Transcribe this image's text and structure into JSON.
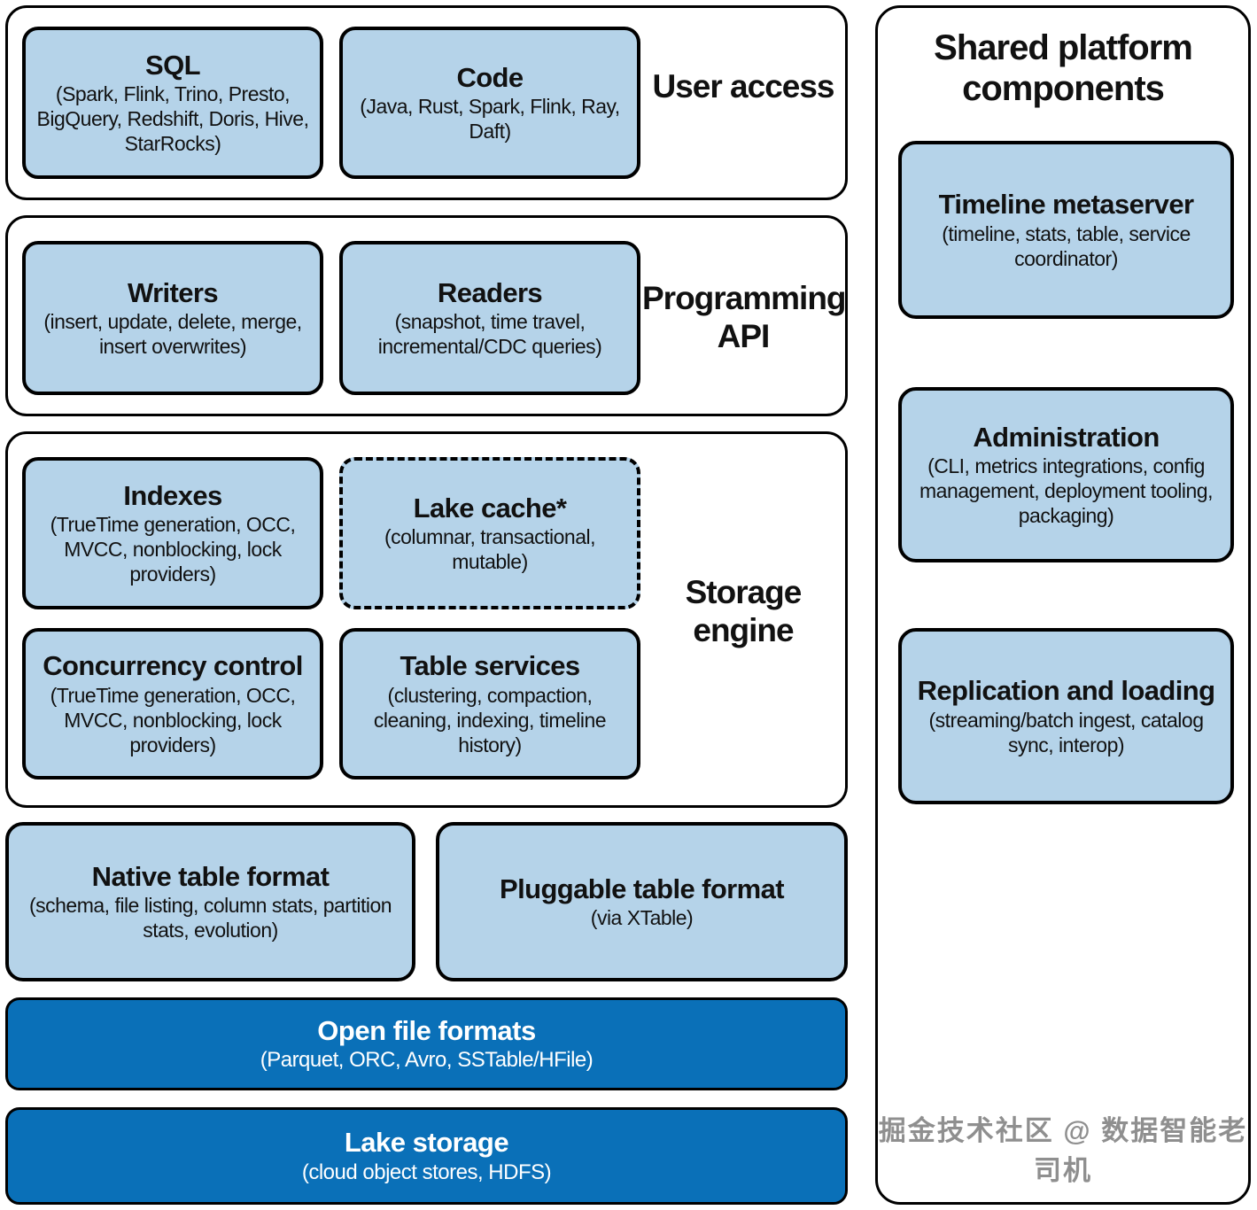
{
  "colors": {
    "box_fill": "#b5d3e9",
    "bar_fill": "#0a70b8",
    "outline": "#000000",
    "bar_text": "#ffffff",
    "watermark_text": "#8f8f8f"
  },
  "left": {
    "sections": [
      {
        "label": "User access",
        "boxes": [
          {
            "title": "SQL",
            "subtitle": "(Spark, Flink, Trino, Presto, BigQuery, Redshift, Doris, Hive, StarRocks)"
          },
          {
            "title": "Code",
            "subtitle": "(Java, Rust, Spark, Flink, Ray, Daft)"
          }
        ]
      },
      {
        "label": "Programming API",
        "boxes": [
          {
            "title": "Writers",
            "subtitle": "(insert, update, delete, merge, insert overwrites)"
          },
          {
            "title": "Readers",
            "subtitle": "(snapshot, time travel, incremental/CDC queries)"
          }
        ]
      },
      {
        "label": "Storage engine",
        "boxes": [
          {
            "title": "Indexes",
            "subtitle": "(TrueTime generation, OCC, MVCC, nonblocking, lock providers)"
          },
          {
            "title": "Lake cache*",
            "subtitle": "(columnar, transactional, mutable)",
            "border_style": "dashed"
          },
          {
            "title": "Concurrency control",
            "subtitle": "(TrueTime generation, OCC, MVCC, nonblocking, lock providers)"
          },
          {
            "title": "Table services",
            "subtitle": "(clustering, compaction, cleaning, indexing, timeline history)"
          }
        ]
      }
    ],
    "format_boxes": [
      {
        "title": "Native table format",
        "subtitle": "(schema, file listing, column stats, partition stats, evolution)"
      },
      {
        "title": "Pluggable table format",
        "subtitle": "(via XTable)"
      }
    ],
    "bars": [
      {
        "title": "Open file formats",
        "subtitle": "(Parquet, ORC, Avro, SSTable/HFile)"
      },
      {
        "title": "Lake storage",
        "subtitle": "(cloud object stores, HDFS)"
      }
    ]
  },
  "right": {
    "title": "Shared platform components",
    "boxes": [
      {
        "title": "Timeline metaserver",
        "subtitle": "(timeline, stats, table, service coordinator)"
      },
      {
        "title": "Administration",
        "subtitle": "(CLI, metrics integrations, config management, deployment tooling, packaging)"
      },
      {
        "title": "Replication and loading",
        "subtitle": "(streaming/batch ingest, catalog sync, interop)"
      }
    ],
    "watermark": "掘金技术社区 @ 数据智能老司机"
  }
}
